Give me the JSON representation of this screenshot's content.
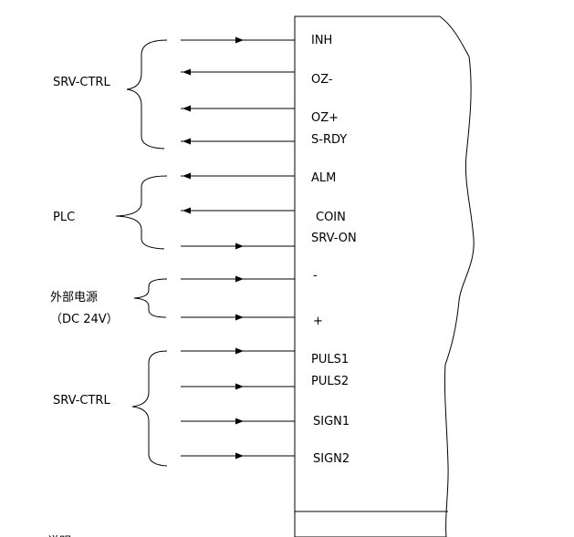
{
  "connector": {
    "pins": [
      {
        "label": "INH"
      },
      {
        "label": "OZ-"
      },
      {
        "label": "OZ+"
      },
      {
        "label": "S-RDY"
      },
      {
        "label": "ALM"
      },
      {
        "label": "COIN"
      },
      {
        "label": "SRV-ON"
      },
      {
        "label": "-"
      },
      {
        "label": "+"
      },
      {
        "label": "PULS1"
      },
      {
        "label": "PULS2"
      },
      {
        "label": "SIGN1"
      },
      {
        "label": "SIGN2"
      }
    ]
  },
  "signals": [
    {
      "direction": "in"
    },
    {
      "direction": "out"
    },
    {
      "direction": "out"
    },
    {
      "direction": "out"
    },
    {
      "direction": "out"
    },
    {
      "direction": "out"
    },
    {
      "direction": "in"
    },
    {
      "direction": "in"
    },
    {
      "direction": "in"
    },
    {
      "direction": "in"
    },
    {
      "direction": "in"
    },
    {
      "direction": "in"
    },
    {
      "direction": "in"
    }
  ],
  "groups": {
    "srv_ctrl_top": {
      "label": "SRV-CTRL"
    },
    "plc": {
      "label": "PLC"
    },
    "power": {
      "label_line1": "外部电源",
      "label_line2": "（DC 24V）"
    },
    "srv_ctrl_bottom": {
      "label": "SRV-CTRL"
    }
  },
  "note": {
    "label": "说明"
  }
}
